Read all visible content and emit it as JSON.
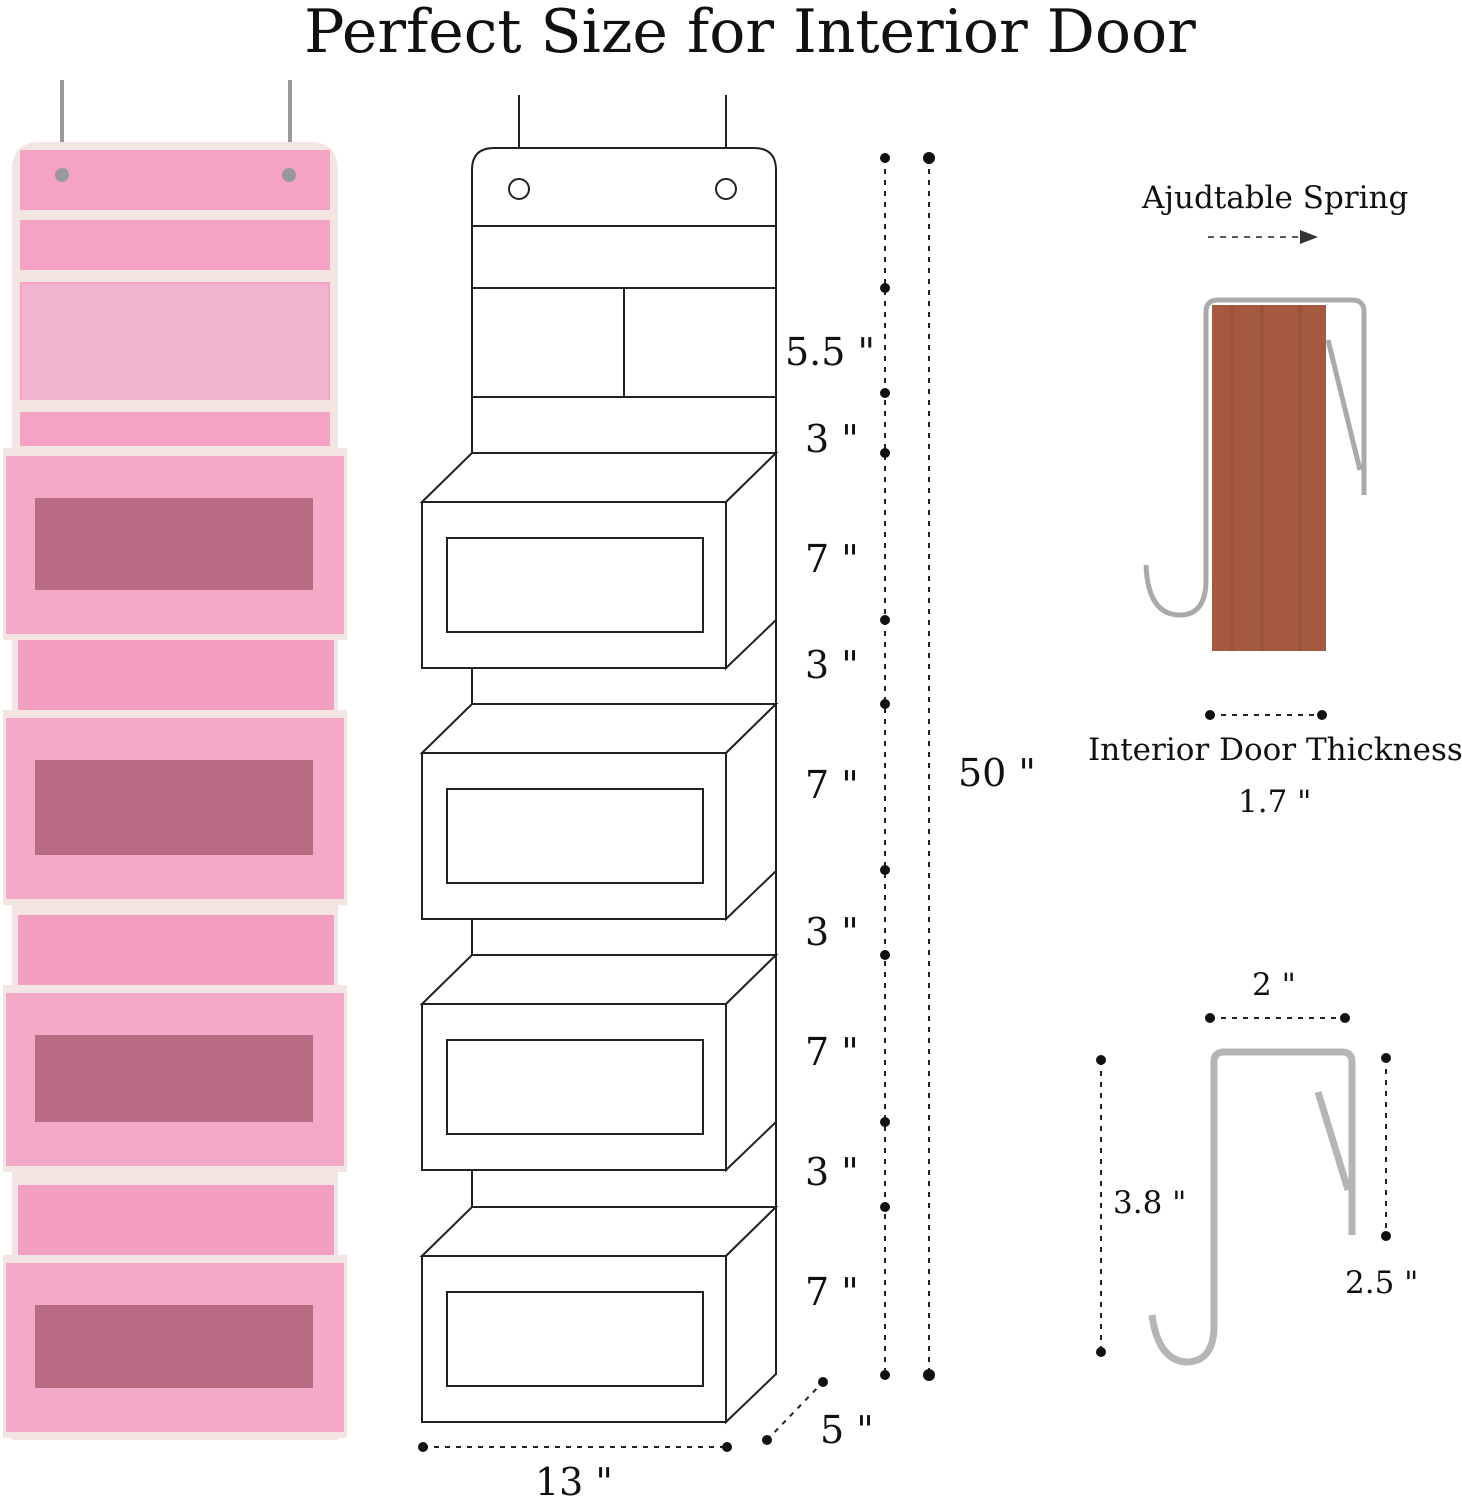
{
  "title": "Perfect Size for Interior Door",
  "diagram": {
    "segment_labels": [
      "5.5 \"",
      "3 \"",
      "7 \"",
      "3 \"",
      "7 \"",
      "3 \"",
      "7 \"",
      "3 \"",
      "7 \""
    ],
    "total_height": "50 \"",
    "width": "13 \"",
    "depth": "5 \""
  },
  "hook": {
    "spring_label": "Ajudtable Spring",
    "door_thickness_label": "Interior Door Thickness",
    "door_thickness_value": "1.7 \"",
    "hook_width": "2 \"",
    "hook_height": "3.8 \"",
    "spring_length": "2.5 \""
  },
  "colors": {
    "organizer_pink": "#f4a8c8",
    "trim": "#f3e6e2",
    "window": "#b8687f",
    "wood": "#a0583e",
    "metal": "#b8b8b8"
  }
}
